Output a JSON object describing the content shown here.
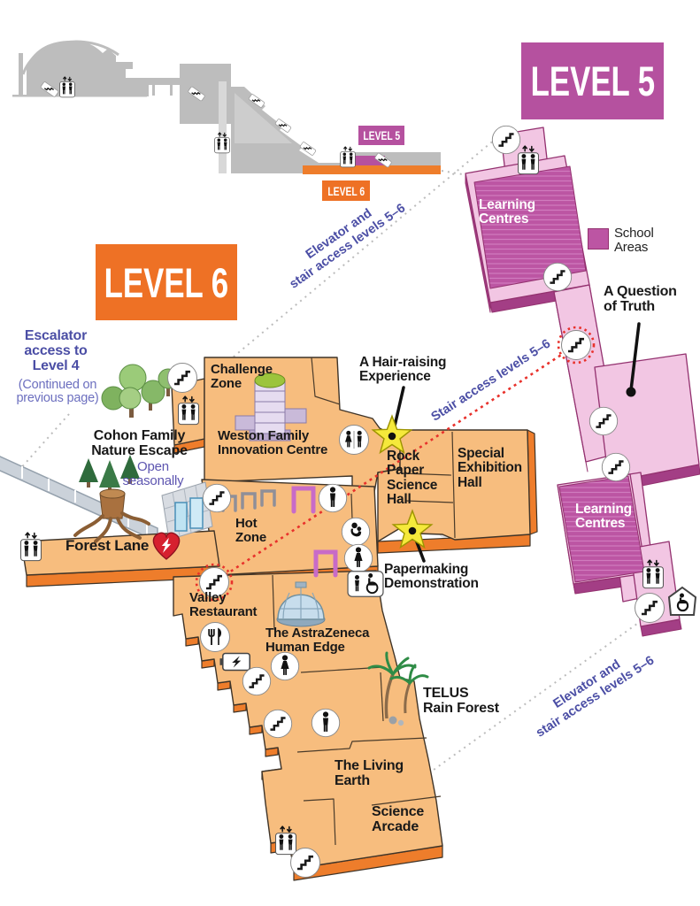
{
  "badges": {
    "level5_large": "LEVEL 5",
    "level6_large": "LEVEL 6",
    "level5_small": "LEVEL 5",
    "level6_small": "LEVEL 6"
  },
  "legend": {
    "label": "School\nAreas",
    "swatch_color": "#BC55A3"
  },
  "level5": {
    "learning_centres_top": "Learning\nCentres",
    "learning_centres_bottom": "Learning\nCentres",
    "a_question_of_truth": "A Question\nof Truth"
  },
  "level6": {
    "challenge_zone": "Challenge\nZone",
    "weston": "Weston Family\nInnovation Centre",
    "rock_paper": "Rock\nPaper\nScience\nHall",
    "special_exhibition": "Special\nExhibition\nHall",
    "hot_zone": "Hot\nZone",
    "forest_lane": "Forest Lane",
    "valley_restaurant": "Valley\nRestaurant",
    "astrazeneca": "The AstraZeneca\nHuman Edge",
    "telus": "TELUS\nRain Forest",
    "living_earth": "The Living\nEarth",
    "science_arcade": "Science\nArcade",
    "cohon": "Cohon Family\nNature Escape",
    "open_seasonally": "Open\nseasonally"
  },
  "callouts": {
    "hair_raising": "A Hair-raising\nExperience",
    "papermaking": "Papermaking\nDemonstration",
    "escalator_access": "Escalator\naccess to\nLevel 4",
    "continued": "(Continued on\nprevious page)"
  },
  "access_notes": {
    "upper": "Elevator and\nstair access levels 5–6",
    "middle": "Stair access levels 5–6",
    "lower": "Elevator and\nstair access levels 5–6"
  },
  "colors": {
    "level5_badge": "#B5519F",
    "level6_badge": "#EE7125",
    "level5_floor": "#F2C6E3",
    "level5_school_area": "#BC55A3",
    "level6_floor": "#F7BD7E",
    "level6_edge": "#EE7D2B",
    "access_note_text": "#4B4EA5",
    "stair_access_line": "#E8312B",
    "cross_section_gray": "#BDBDBD",
    "star_yellow": "#F5E93B"
  }
}
